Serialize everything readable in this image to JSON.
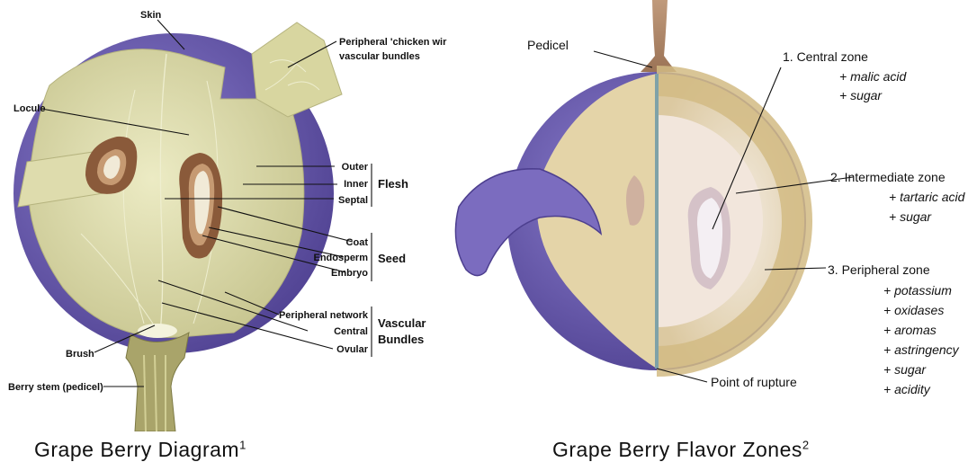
{
  "left_diagram": {
    "caption": "Grape  Berry Diagram",
    "caption_sup": "1",
    "labels": {
      "skin": "Skin",
      "peripheral_chicken_1": "Peripheral 'chicken wir",
      "peripheral_chicken_2": "vascular bundles",
      "locule": "Locule",
      "outer": "Outer",
      "inner": "Inner",
      "septal": "Septal",
      "coat": "Coat",
      "endosperm": "Endosperm",
      "embryo": "Embryo",
      "peripheral_network": "Peripheral network",
      "central": "Central",
      "ovular": "Ovular",
      "brush": "Brush",
      "berry_stem": "Berry stem (pedicel)"
    },
    "groups": {
      "flesh": "Flesh",
      "seed": "Seed",
      "vascular_1": "Vascular",
      "vascular_2": "Bundles"
    }
  },
  "right_diagram": {
    "caption": "Grape  Berry Flavor Zones",
    "caption_sup": "2",
    "pedicel": "Pedicel",
    "point_of_rupture": "Point of rupture",
    "zones": [
      {
        "title": "1. Central zone",
        "components": [
          "+ malic acid",
          "+ sugar"
        ]
      },
      {
        "title": "2. Intermediate zone",
        "components": [
          "+ tartaric acid",
          "+ sugar"
        ]
      },
      {
        "title": "3. Peripheral zone",
        "components": [
          "+ potassium",
          "+ oxidases",
          "+ aromas",
          "+ astringency",
          "+ sugar",
          "+ acidity"
        ]
      }
    ]
  },
  "colors": {
    "skin_purple": "#6b5ba8",
    "flesh_green": "#d9d8a4",
    "seed_brown": "#8a5a3a",
    "zone_cream": "#ecdcb8"
  }
}
